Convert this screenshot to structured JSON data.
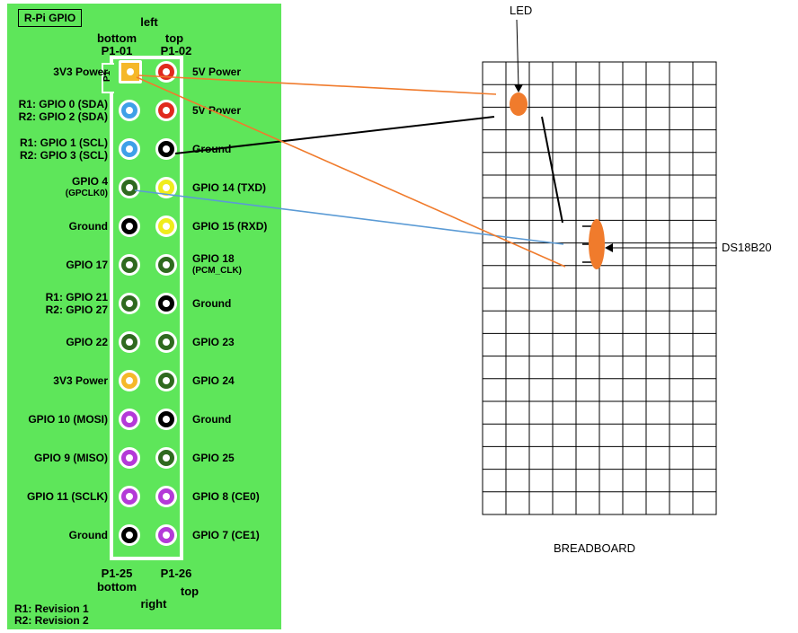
{
  "gpio": {
    "title": "R-Pi GPIO",
    "header_left": "left",
    "header_bottom_top": "bottom",
    "header_top_top": "top",
    "pin1_id": "P1-01",
    "pin2_id": "P1-02",
    "pin25_id": "P1-25",
    "pin26_id": "P1-26",
    "footer_bottom": "bottom",
    "footer_top": "top",
    "footer_right": "right",
    "connector_label": "P1",
    "legend": [
      "R1: Revision 1",
      "R2: Revision 2"
    ],
    "colors": {
      "board": "#5ee65a",
      "power_3v3": "#f5b82a",
      "power_5v": "#e02a1e",
      "ground": "#000000",
      "gpio": "#2f6a1f",
      "i2c": "#3fa0e8",
      "uart": "#f0ec1c",
      "spi": "#b43ad8"
    },
    "rows": [
      {
        "left": {
          "label": [
            "3V3 Power"
          ],
          "kind": "power_3v3",
          "shape": "square"
        },
        "right": {
          "label": [
            "5V Power"
          ],
          "kind": "power_5v"
        }
      },
      {
        "left": {
          "label": [
            "R1: GPIO 0 (SDA)",
            "R2: GPIO 2 (SDA)"
          ],
          "kind": "i2c"
        },
        "right": {
          "label": [
            "5V Power"
          ],
          "kind": "power_5v"
        }
      },
      {
        "left": {
          "label": [
            "R1: GPIO 1 (SCL)",
            "R2: GPIO 3 (SCL)"
          ],
          "kind": "i2c"
        },
        "right": {
          "label": [
            "Ground"
          ],
          "kind": "ground"
        }
      },
      {
        "left": {
          "label": [
            "GPIO 4",
            "(GPCLK0)"
          ],
          "kind": "gpio"
        },
        "right": {
          "label": [
            "GPIO 14 (TXD)"
          ],
          "kind": "uart"
        }
      },
      {
        "left": {
          "label": [
            "Ground"
          ],
          "kind": "ground"
        },
        "right": {
          "label": [
            "GPIO 15 (RXD)"
          ],
          "kind": "uart"
        }
      },
      {
        "left": {
          "label": [
            "GPIO 17"
          ],
          "kind": "gpio"
        },
        "right": {
          "label": [
            "GPIO 18",
            "(PCM_CLK)"
          ],
          "kind": "gpio"
        }
      },
      {
        "left": {
          "label": [
            "R1: GPIO 21",
            "R2: GPIO 27"
          ],
          "kind": "gpio"
        },
        "right": {
          "label": [
            "Ground"
          ],
          "kind": "ground"
        }
      },
      {
        "left": {
          "label": [
            "GPIO 22"
          ],
          "kind": "gpio"
        },
        "right": {
          "label": [
            "GPIO 23"
          ],
          "kind": "gpio"
        }
      },
      {
        "left": {
          "label": [
            "3V3 Power"
          ],
          "kind": "power_3v3"
        },
        "right": {
          "label": [
            "GPIO 24"
          ],
          "kind": "gpio"
        }
      },
      {
        "left": {
          "label": [
            "GPIO 10 (MOSI)"
          ],
          "kind": "spi"
        },
        "right": {
          "label": [
            "Ground"
          ],
          "kind": "ground"
        }
      },
      {
        "left": {
          "label": [
            "GPIO 9 (MISO)"
          ],
          "kind": "spi"
        },
        "right": {
          "label": [
            "GPIO 25"
          ],
          "kind": "gpio"
        }
      },
      {
        "left": {
          "label": [
            "GPIO 11 (SCLK)"
          ],
          "kind": "spi"
        },
        "right": {
          "label": [
            "GPIO 8 (CE0)"
          ],
          "kind": "spi"
        }
      },
      {
        "left": {
          "label": [
            "Ground"
          ],
          "kind": "ground"
        },
        "right": {
          "label": [
            "GPIO 7 (CE1)"
          ],
          "kind": "spi"
        }
      }
    ]
  },
  "breadboard": {
    "label": "BREADBOARD",
    "columns": 10,
    "rows": 20,
    "led_label": "LED",
    "sensor_label": "DS18B20",
    "component_color": "#f07b2c"
  },
  "wires": [
    {
      "name": "3v3-to-led",
      "color": "#f07b2c"
    },
    {
      "name": "ground-to-led",
      "color": "#000000"
    },
    {
      "name": "gpio4-to-sensor",
      "color": "#5b9bd5"
    },
    {
      "name": "3v3-to-sensor",
      "color": "#f07b2c"
    },
    {
      "name": "led-to-sensor",
      "color": "#000000"
    }
  ]
}
